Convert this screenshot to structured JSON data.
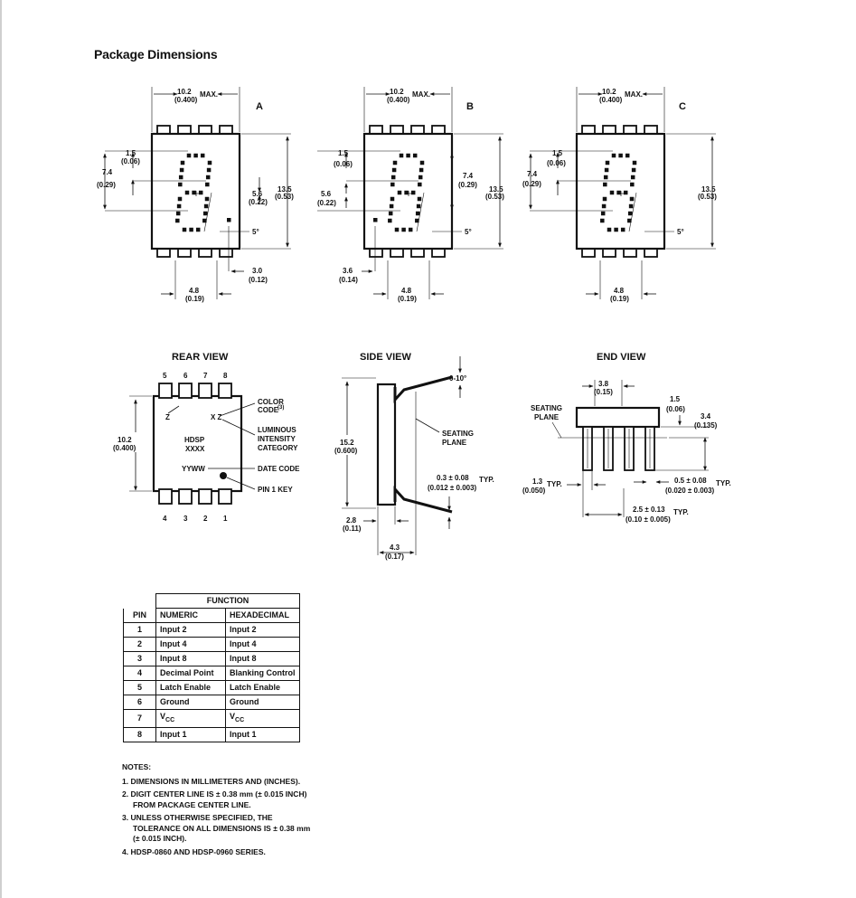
{
  "page": {
    "title": "Package Dimensions"
  },
  "top_views": {
    "labels": [
      "A",
      "B",
      "C"
    ],
    "dim_width": "10.2",
    "dim_width_in": "(0.400)",
    "dim_width_note": "MAX.",
    "dim_top": "1.5",
    "dim_top_in": "(0.06)",
    "dim_digit": "7.4",
    "dim_digit_in": "(0.29)",
    "dim_height": "13.5",
    "dim_height_in": "(0.53)",
    "dim_center": "5.6",
    "dim_center_in": "(0.22)",
    "dim_slant": "5°",
    "dim_pitch": "4.8",
    "dim_pitch_in": "(0.19)",
    "dim_dp_a": "3.0",
    "dim_dp_a_in": "(0.12)",
    "dim_dp_b": "3.6",
    "dim_dp_b_in": "(0.14)"
  },
  "rear_view": {
    "title": "REAR VIEW",
    "pins_top": [
      "5",
      "6",
      "7",
      "8"
    ],
    "pins_bottom": [
      "4",
      "3",
      "2",
      "1"
    ],
    "dim_w": "10.2",
    "dim_w_in": "(0.400)",
    "z_left": "Z",
    "xz": "X Z",
    "part_line1": "HDSP",
    "part_line2": "XXXX",
    "date": "YYWW",
    "color_code_1": "COLOR",
    "color_code_2": "CODE",
    "color_code_sup": "(3)",
    "lum_1": "LUMINOUS",
    "lum_2": "INTENSITY",
    "lum_3": "CATEGORY",
    "date_code": "DATE CODE",
    "pin1_key": "PIN 1 KEY"
  },
  "side_view": {
    "title": "SIDE VIEW",
    "angle": "0-10°",
    "dim_h": "15.2",
    "dim_h_in": "(0.600)",
    "seating_1": "SEATING",
    "seating_2": "PLANE",
    "lead": "0.3 ± 0.08",
    "lead_in": "(0.012 ± 0.003)",
    "lead_typ": "TYP.",
    "dim_a": "2.8",
    "dim_a_in": "(0.11)",
    "dim_b": "4.3",
    "dim_b_in": "(0.17)"
  },
  "end_view": {
    "title": "END VIEW",
    "dim_top": "3.8",
    "dim_top_in": "(0.15)",
    "seating_1": "SEATING",
    "seating_2": "PLANE",
    "dim_r1": "1.5",
    "dim_r1_in": "(0.06)",
    "dim_r2": "3.4",
    "dim_r2_in": "(0.135)",
    "dim_l": "1.3",
    "dim_l_in": "(0.050)",
    "dim_l_typ": "TYP.",
    "dim_lead": "0.5 ± 0.08",
    "dim_lead_in": "(0.020 ± 0.003)",
    "dim_lead_typ": "TYP.",
    "dim_pitch": "2.5 ± 0.13",
    "dim_pitch_in": "(0.10 ± 0.005)",
    "dim_pitch_typ": "TYP."
  },
  "pin_table": {
    "function_header": "FUNCTION",
    "col_pin": "PIN",
    "col_numeric": "NUMERIC",
    "col_hex": "HEXADECIMAL",
    "rows": [
      {
        "pin": "1",
        "numeric": "Input 2",
        "hex": "Input 2"
      },
      {
        "pin": "2",
        "numeric": "Input 4",
        "hex": "Input 4"
      },
      {
        "pin": "3",
        "numeric": "Input 8",
        "hex": "Input 8"
      },
      {
        "pin": "4",
        "numeric": "Decimal Point",
        "hex": "Blanking Control"
      },
      {
        "pin": "5",
        "numeric": "Latch Enable",
        "hex": "Latch Enable"
      },
      {
        "pin": "6",
        "numeric": "Ground",
        "hex": "Ground"
      },
      {
        "pin": "7",
        "numeric": "V",
        "numeric_sub": "CC",
        "hex": "V",
        "hex_sub": "CC"
      },
      {
        "pin": "8",
        "numeric": "Input 1",
        "hex": "Input 1"
      }
    ]
  },
  "notes": {
    "heading": "NOTES:",
    "items": [
      "1. DIMENSIONS IN MILLIMETERS AND (INCHES).",
      "2. DIGIT CENTER LINE IS ± 0.38 mm (± 0.015 INCH) FROM PACKAGE CENTER LINE.",
      "3. UNLESS OTHERWISE SPECIFIED, THE TOLERANCE ON ALL DIMENSIONS IS ± 0.38 mm (± 0.015 INCH).",
      "4. HDSP-0860 AND HDSP-0960 SERIES."
    ]
  }
}
